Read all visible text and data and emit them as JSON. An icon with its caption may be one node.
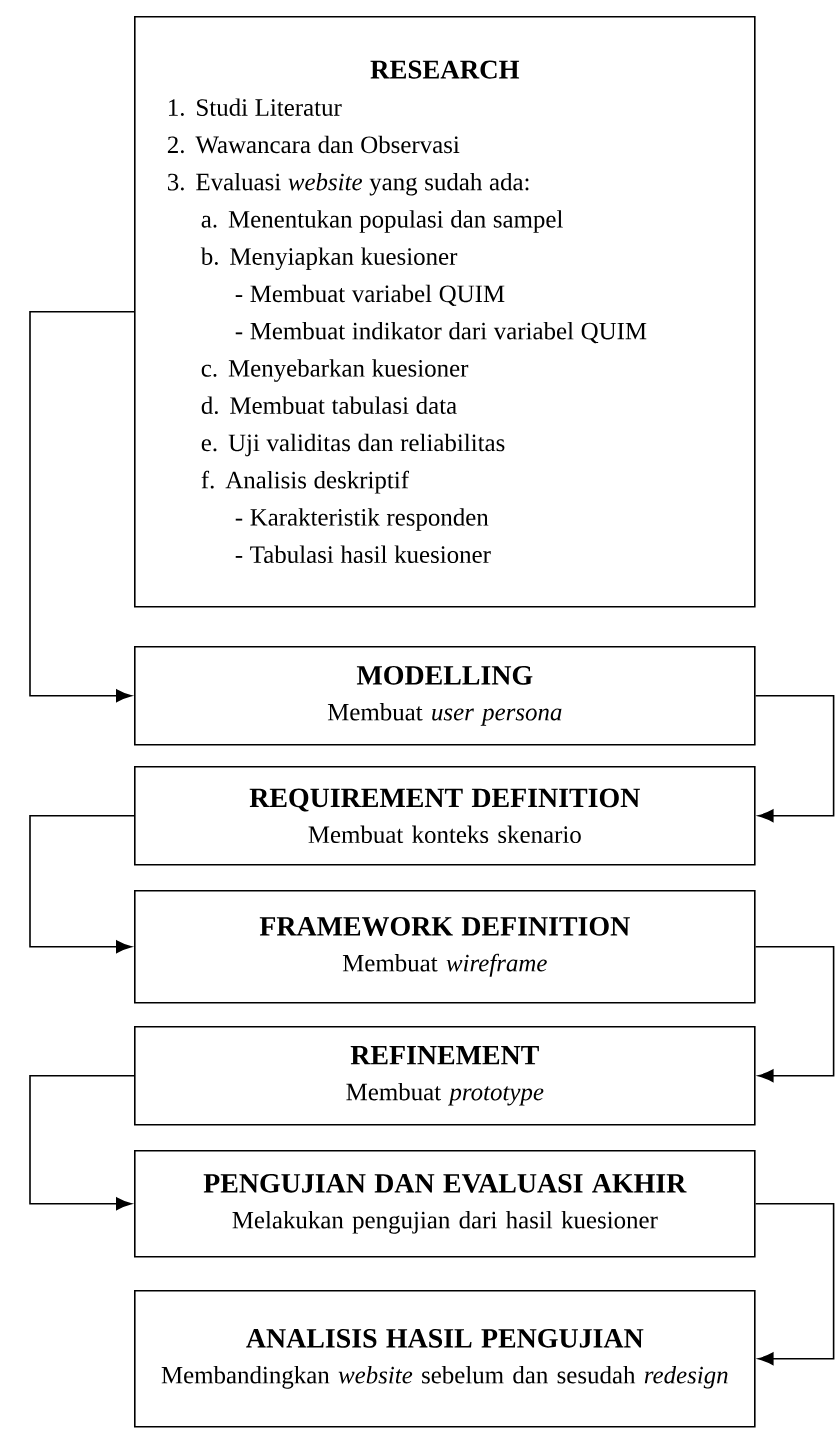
{
  "diagram": {
    "nodes": [
      {
        "text": [
          "RESEARCH",
          "1. Studi Literatur",
          "2. Wawancara dan Observasi",
          "3. Evaluasi *website* yang sudah ada:",
          "a. Menentukan populasi dan sampel",
          "b. Menyiapkan kuesioner",
          "- Membuat variabel QUIM",
          "- Membuat indikator dari variabel QUIM",
          "c. Menyebarkan kuesioner",
          "d. Membuat tabulasi data",
          "e. Uji validitas dan reliabilitas",
          "f. Analisis deskriptif",
          "- Karakteristik responden",
          "- Tabulasi hasil kuesioner"
        ]
      },
      {
        "text": [
          "MODELLING",
          "Membuat *user persona*"
        ]
      },
      {
        "text": [
          "REQUIREMENT DEFINITION",
          "Membuat konteks skenario"
        ]
      },
      {
        "text": [
          "FRAMEWORK DEFINITION",
          "Membuat *wireframe*"
        ]
      },
      {
        "text": [
          "REFINEMENT",
          "Membuat *prototype*"
        ]
      },
      {
        "text": [
          "PENGUJIAN DAN EVALUASI AKHIR",
          "Melakukan pengujian dari hasil kuesioner"
        ]
      },
      {
        "text": [
          "ANALISIS HASIL PENGUJIAN",
          "Membandingkan *website* sebelum dan sesudah *redesign*"
        ]
      }
    ],
    "edges": [
      {
        "from": 0,
        "to": 1,
        "arrow": "to"
      },
      {
        "from": 1,
        "to": 2,
        "arrow": "to"
      },
      {
        "from": 2,
        "to": 3,
        "arrow": "to"
      },
      {
        "from": 3,
        "to": 4,
        "arrow": "to"
      },
      {
        "from": 4,
        "to": 5,
        "arrow": "to"
      },
      {
        "from": 5,
        "to": 6,
        "arrow": "to"
      }
    ]
  }
}
